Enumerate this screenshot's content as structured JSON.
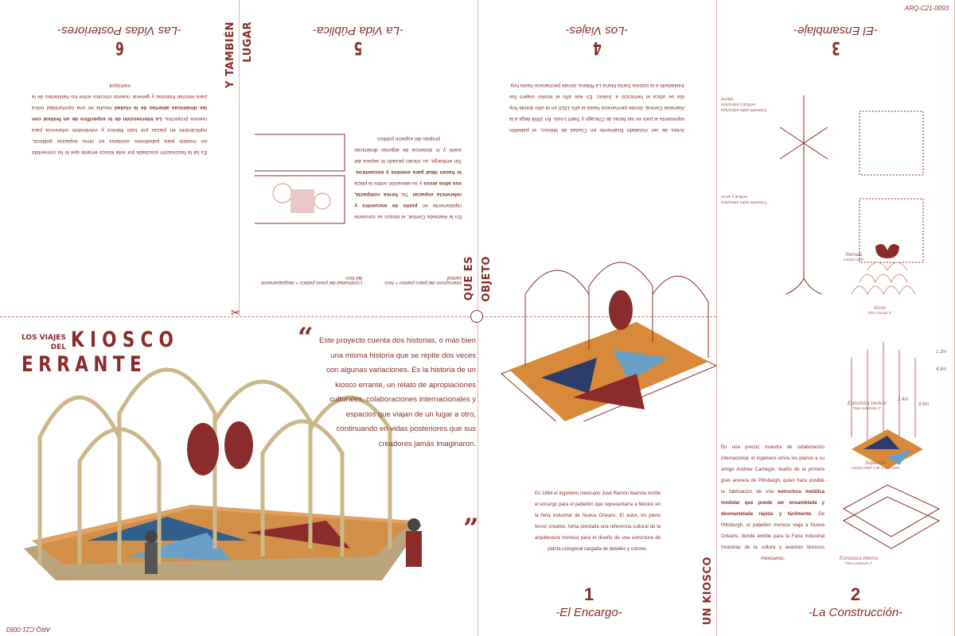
{
  "code": "ARQ-C21-0093",
  "title": {
    "small_line1": "LOS VIAJES",
    "small_line2": "DEL",
    "big1": "KIOSCO",
    "big2": "ERRANTE"
  },
  "vertical_labels": {
    "a": "Y TAMBIÉN",
    "b": "LUGAR",
    "c": "QUE ES",
    "d": "OBJETO",
    "e": "UN KIOSCO"
  },
  "intro": "Este proyecto cuenta dos historias, o más bien una misma historia que se repite dos veces con algunas variaciones. Es la historia de un kiosco errante, un relato de apropiaciones culturales, colaboraciones internacionales y espacios que viajan de un lugar a otro, continuando en vidas posteriores que sus creadores jamás imaginaron.",
  "quote_open": "“",
  "quote_close": "”",
  "sections": [
    {
      "num": "1",
      "title": "-El Encargo-",
      "text": "En 1884 el ingeniero mexicano José Ramón Ibarrola recibe el encargo para el pabellón que representaría a México en la feria industrial de Nueva Orleans. El autor, en pleno fervor creativo, toma prestada una referencia cultural de la arquitectura morisca para el diseño de una estructura de planta octogonal cargada de detalles y colores."
    },
    {
      "num": "2",
      "title": "-La Construcción-",
      "text_a": "En una precoz muestra de colaboración internacional, el ingeniero envía los planos a su amigo Andrew Carnegie, dueño de la primera gran acerera de Pittsburgh, quien hace posible la fabricación de una ",
      "bold": "estructura metálica modular que puede ser ensamblada y desmantelada rápida y fácilmente",
      "text_b": ". De Pittsburgh, el pabellón morisco viaja a Nueva Orleans, donde exhibe para la Feria Industrial muestras de la cultura y avances técnicos mexicanos."
    },
    {
      "num": "3",
      "title": "-El Ensamblaje-"
    },
    {
      "num": "4",
      "title": "-Los Viajes-",
      "text": "Antes de ser instalado finalmente en Ciudad de México, el pabellón representa al país en las ferias de Chicago y Saint Louis. En 1906 llega a la Alameda Central, donde permanece hasta el año 1910 en el sitio donde hoy día se ubica el hemiciclo a Juárez. En ese año el kiosko viajero fue trasladado a la colonia Santa María La Ribera, donde permanece hasta hoy."
    },
    {
      "num": "5",
      "title": "-La Vida Pública-",
      "text_a": "En la Alameda Central, el kiosco se convierte rápidamente en ",
      "bold_a": "punto de encuentro y referencia espacial",
      "text_b": ". Su ",
      "bold_b": "forma compacta, sus altos arcos",
      "text_c": " y su elevación sobre la plaza ",
      "bold_c": "lo hacen ideal para eventos y encuentros",
      "text_d": ". Sin embargo, su zócalo pesado lo separa del suelo y lo distancia de algunas dinámicas propias del espacio público.",
      "caption_1": "Interrupción del plano público + foco central",
      "caption_2": "Continuidad del plano público + desplazamiento del foco"
    },
    {
      "num": "6",
      "title": "-Las Vidas Posteriores-",
      "text_a": "Es tal la fascinación suscitada por este kiosco errante que lo ha convertido en modelo para pabellones similares en otros espacios públicos, replicándolo en plazas por todo México y volviéndolo referencia para nuevos proyectos. ",
      "bold": "La intersección de lo específico de un festival con las dinámicas abiertas de la ciudad",
      "text_b": " resulta en una oportunidad única para retomar historias y generar nuevos vínculos entre los habitantes de la metrópoli."
    }
  ],
  "diagram_labels": {
    "remate": "Remate",
    "remate_sub": "Lámina MDF",
    "arcos": "Arcos",
    "arcos_sub": "Tubo circular 3\"",
    "vertical": "Estructura Vertical",
    "vertical_sub": "Tubo cuadrado 3\"",
    "superficie": "Superficie",
    "superficie_sub": "Lámina MDF 3 de 1.2x0.018m",
    "interna": "Estructura Interna",
    "interna_sub": "Tubo cuadrado 3\"",
    "dim1": "1.2m",
    "dim2": "4.8m",
    "dim3": "2.4m",
    "dim4": "9.6m",
    "conexion1": "Conexión entre estructura vertical y estructura interna",
    "conexion2": "Conexión entre estructura vertical y arcos"
  },
  "colors": {
    "accent": "#8c2b2b",
    "line": "#dcb8b8"
  }
}
